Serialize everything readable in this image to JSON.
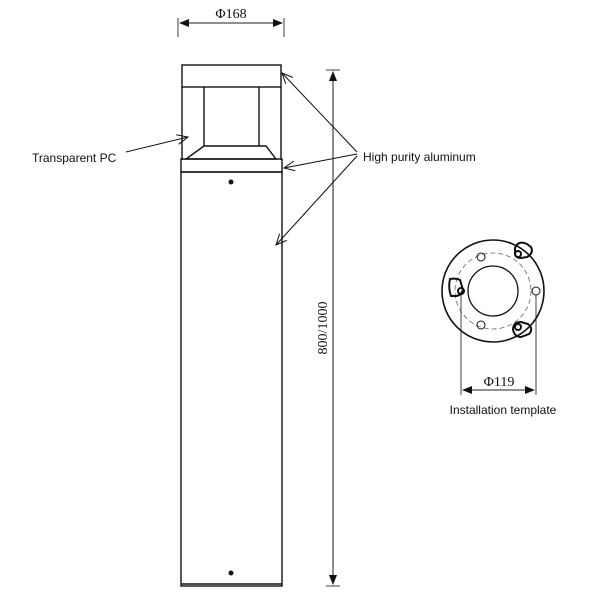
{
  "dimensions": {
    "top_diameter": "Φ168",
    "height": "800/1000",
    "template_diameter": "Φ119"
  },
  "labels": {
    "transparent_pc": "Transparent PC",
    "high_purity_aluminum": "High purity aluminum",
    "installation_template": "Installation template"
  }
}
